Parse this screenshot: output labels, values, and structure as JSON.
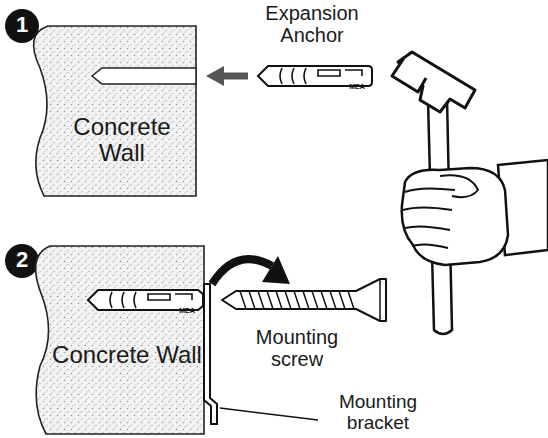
{
  "diagram": {
    "nodes": [
      {
        "text": [
          "Concrete Wall"
        ]
      },
      {
        "text": [
          "Concrete Wall"
        ]
      }
    ],
    "labels": [
      "1",
      "Expansion Anchor",
      "MEA",
      "2",
      "Mounting screw",
      "MEA",
      "Mounting bracket"
    ]
  }
}
